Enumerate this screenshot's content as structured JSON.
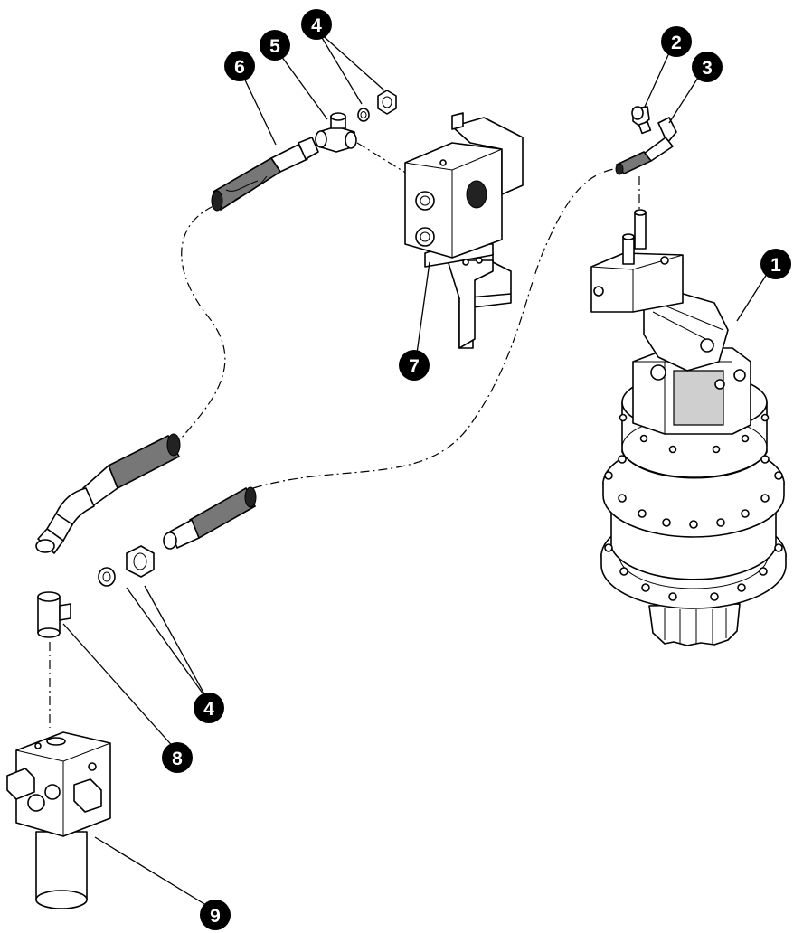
{
  "callouts": [
    "1",
    "2",
    "3",
    "4",
    "5",
    "6",
    "7",
    "4",
    "8",
    "9"
  ]
}
